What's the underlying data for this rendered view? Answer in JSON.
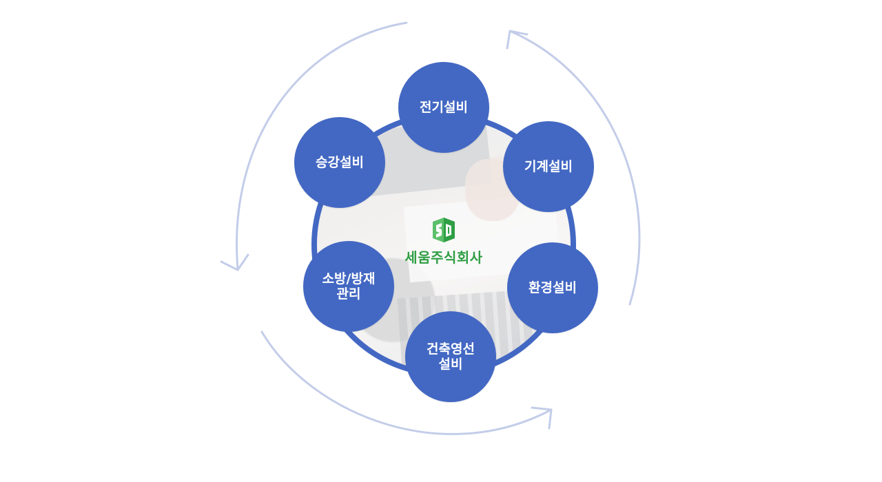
{
  "colors": {
    "node_fill": "#4368c3",
    "ring": "#4368c3",
    "arrow": "#c3cde9",
    "logo_green": "#2f9e44",
    "logo_green_light": "#5cbf6a"
  },
  "center": {
    "logo_icon": "seum-logo-icon",
    "company_name": "세움주식회사"
  },
  "nodes": [
    {
      "id": "electrical",
      "label": "전기설비"
    },
    {
      "id": "mechanical",
      "label": "기계설비"
    },
    {
      "id": "environmental",
      "label": "환경설비"
    },
    {
      "id": "building",
      "label": "건축영선\n설비"
    },
    {
      "id": "fire",
      "label": "소방/방재\n관리"
    },
    {
      "id": "elevator",
      "label": "승강설비"
    }
  ]
}
